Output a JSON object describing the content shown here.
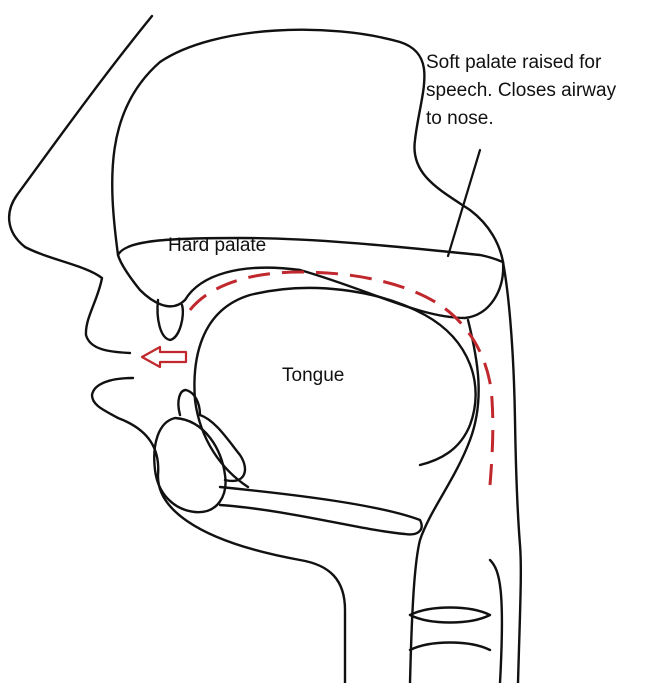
{
  "labels": {
    "annotation_line1": "Soft palate raised for",
    "annotation_line2": "speech.  Closes airway",
    "annotation_line3": "to nose.",
    "hard_palate": "Hard palate",
    "tongue": "Tongue"
  },
  "colors": {
    "outline": "#111111",
    "airflow": "#c0282d",
    "background": "#ffffff"
  }
}
